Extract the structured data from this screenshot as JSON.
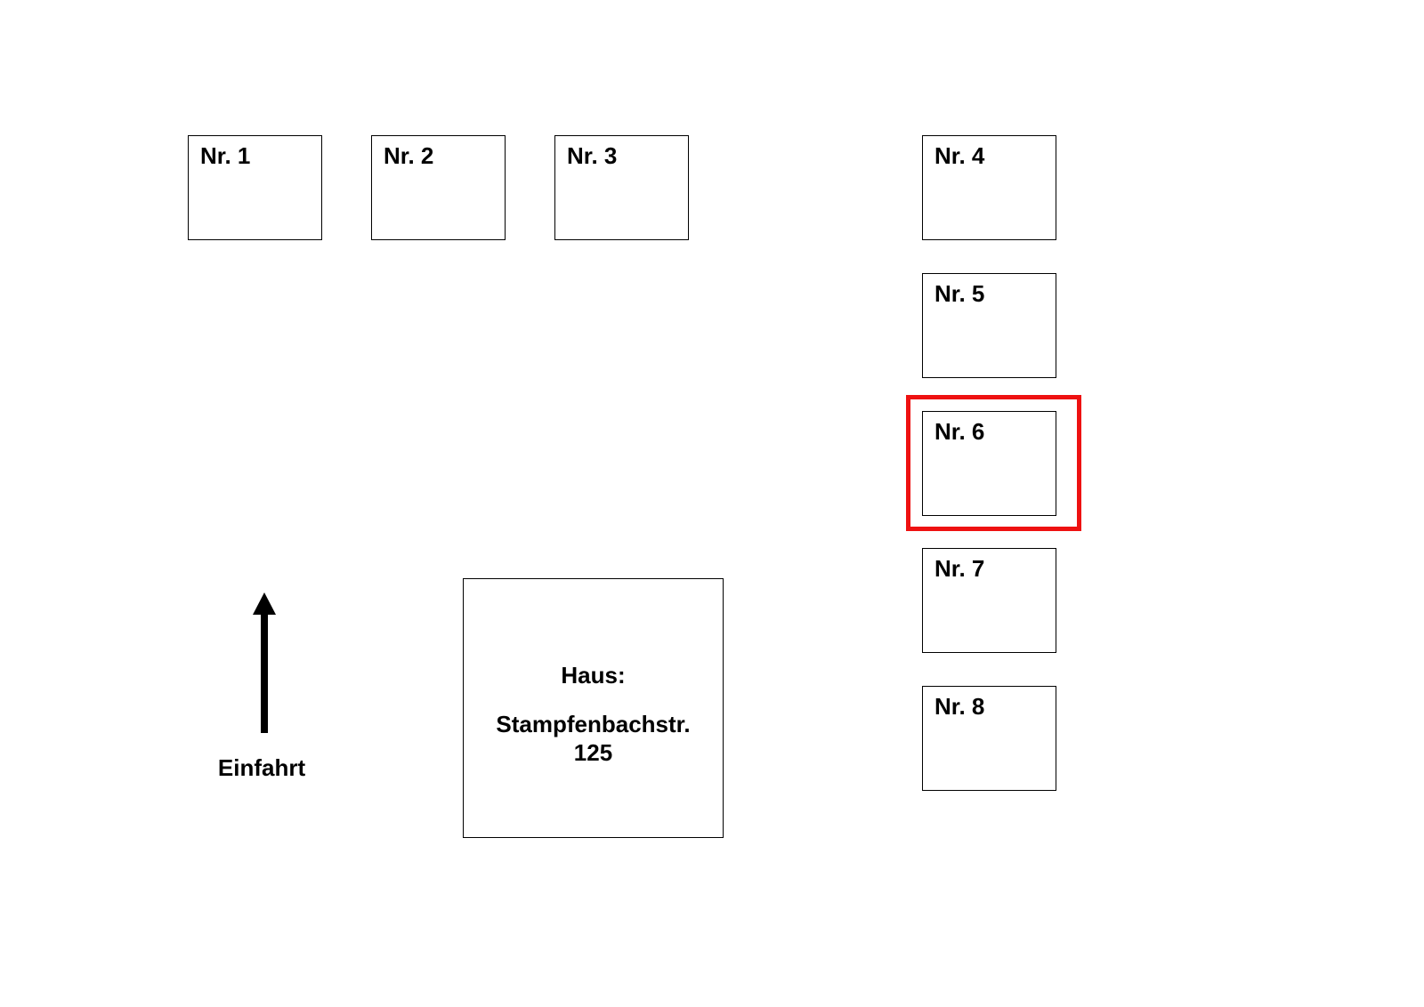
{
  "parking_lots": [
    {
      "label": "Nr. 1"
    },
    {
      "label": "Nr. 2"
    },
    {
      "label": "Nr. 3"
    },
    {
      "label": "Nr. 4"
    },
    {
      "label": "Nr. 5"
    },
    {
      "label": "Nr. 6",
      "highlighted": true
    },
    {
      "label": "Nr. 7"
    },
    {
      "label": "Nr. 8"
    }
  ],
  "house": {
    "title": "Haus:",
    "address_line1": "Stampfenbachstr.",
    "address_line2": "125"
  },
  "entrance": {
    "label": "Einfahrt",
    "icon": "arrow-up-icon"
  },
  "colors": {
    "highlight": "#ee1111",
    "line": "#000000",
    "background": "#ffffff"
  }
}
